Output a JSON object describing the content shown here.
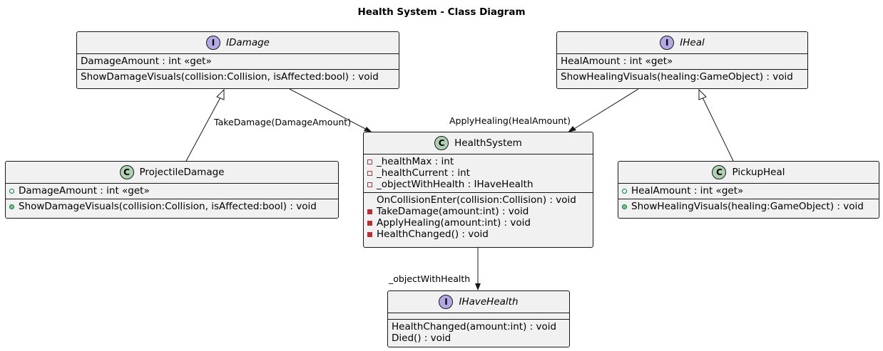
{
  "title": "Health System - Class Diagram",
  "classes": {
    "idamage": {
      "kind": "I",
      "name": "IDamage",
      "fields": [
        "DamageAmount : int «get»"
      ],
      "methods": [
        "ShowDamageVisuals(collision:Collision, isAffected:bool) : void"
      ]
    },
    "iheal": {
      "kind": "I",
      "name": "IHeal",
      "fields": [
        "HealAmount : int «get»"
      ],
      "methods": [
        "ShowHealingVisuals(healing:GameObject) : void"
      ]
    },
    "healthsystem": {
      "kind": "C",
      "name": "HealthSystem",
      "fields": [
        "_healthMax : int",
        "_healthCurrent : int",
        "_objectWithHealth : IHaveHealth"
      ],
      "methods": [
        "OnCollisionEnter(collision:Collision) : void",
        "TakeDamage(amount:int) : void",
        "ApplyHealing(amount:int) : void",
        "HealthChanged() : void"
      ]
    },
    "projectiledamage": {
      "kind": "C",
      "name": "ProjectileDamage",
      "fields": [
        "DamageAmount : int «get»"
      ],
      "methods": [
        "ShowDamageVisuals(collision:Collision, isAffected:bool) : void"
      ]
    },
    "pickupheal": {
      "kind": "C",
      "name": "PickupHeal",
      "fields": [
        "HealAmount : int «get»"
      ],
      "methods": [
        "ShowHealingVisuals(healing:GameObject) : void"
      ]
    },
    "ihavehealth": {
      "kind": "I",
      "name": "IHaveHealth",
      "fields": [],
      "methods": [
        "HealthChanged(amount:int) : void",
        "Died() : void"
      ]
    }
  },
  "relations": {
    "take_damage": "TakeDamage(DamageAmount)",
    "apply_healing": "ApplyHealing(HealAmount)",
    "object_with_health": "_objectWithHealth"
  },
  "colors": {
    "interface_badge": "#b4a7e5",
    "class_badge": "#add1b2",
    "box_fill": "#f1f1f1",
    "line": "#181818",
    "private": "#c82930",
    "public": "#038048"
  }
}
